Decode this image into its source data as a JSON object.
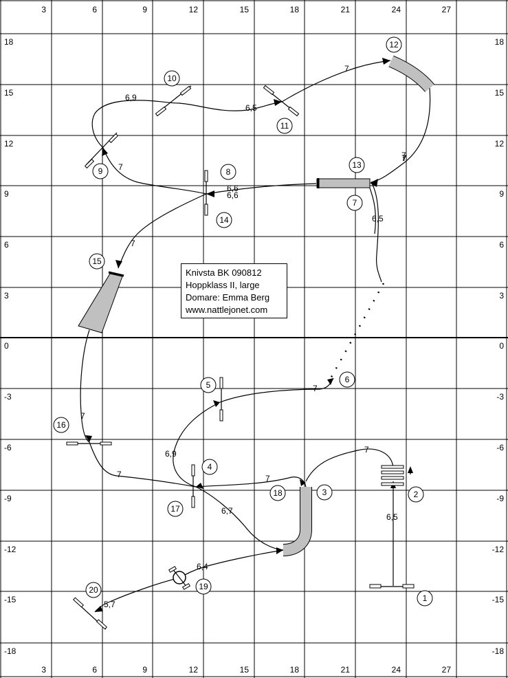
{
  "grid": {
    "x_labels": [
      "3",
      "6",
      "9",
      "12",
      "15",
      "18",
      "21",
      "24",
      "27"
    ],
    "y_labels": [
      "18",
      "15",
      "12",
      "9",
      "6",
      "3",
      "0",
      "-3",
      "-6",
      "-9",
      "-12",
      "-15",
      "-18"
    ]
  },
  "info_box": {
    "line1": "Knivsta BK 090812",
    "line2": "Hoppklass II, large",
    "line3": "Domare: Emma Berg",
    "line4": "www.nattlejonet.com"
  },
  "obstacles": [
    "1",
    "2",
    "3",
    "4",
    "5",
    "6",
    "7",
    "8",
    "9",
    "10",
    "11",
    "12",
    "13",
    "14",
    "15",
    "16",
    "17",
    "18",
    "19",
    "20"
  ],
  "distances": [
    "6,5",
    "7",
    "7",
    "6,9",
    "6,7",
    "7",
    "7",
    "7",
    "7",
    "6,5",
    "7",
    "6,9",
    "7",
    "6,5",
    "7",
    "7",
    "6,6",
    "6,6",
    "7",
    "6,4",
    "5,7"
  ],
  "colors": {
    "tunnel": "#c0c0c0",
    "lines": "#000000",
    "background": "#ffffff"
  }
}
